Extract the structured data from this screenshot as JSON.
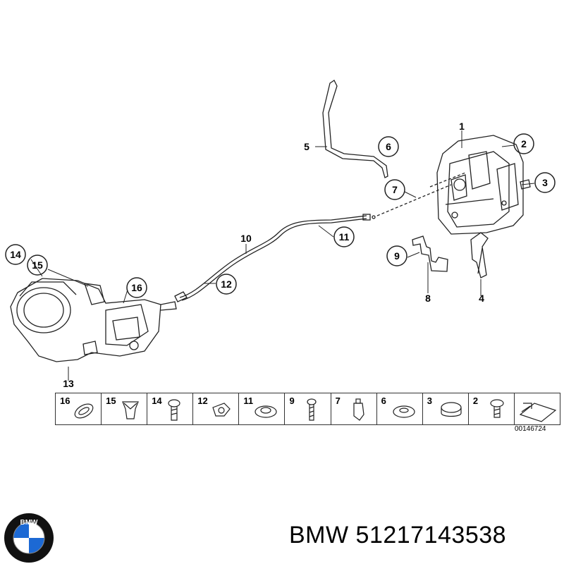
{
  "diagram": {
    "callouts": [
      "1",
      "2",
      "3",
      "4",
      "5",
      "6",
      "7",
      "8",
      "9",
      "10",
      "11",
      "12",
      "13",
      "14",
      "15",
      "16"
    ],
    "parts_strip": [
      "16",
      "15",
      "14",
      "12",
      "11",
      "9",
      "7",
      "6",
      "3",
      "2"
    ],
    "reference_number": "00146724"
  },
  "brand_line": {
    "brand": "BMW",
    "part_number": "51217143538"
  },
  "logo": {
    "text": "BMW",
    "colors": {
      "blue": "#1c69d4",
      "black": "#111111",
      "white": "#ffffff"
    }
  }
}
